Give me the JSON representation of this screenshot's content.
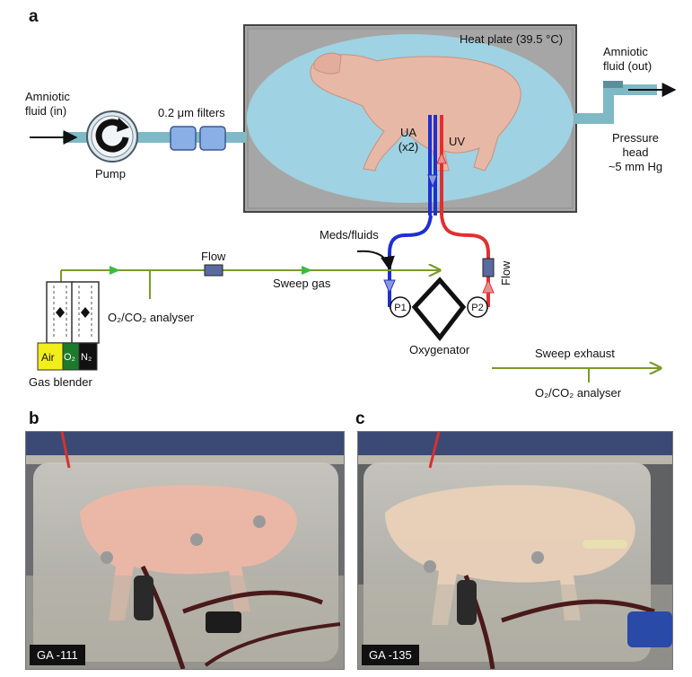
{
  "panels": {
    "a": "a",
    "b": "b",
    "c": "c"
  },
  "labels": {
    "heat_plate": "Heat plate (39.5 °C)",
    "fluid_in_line1": "Amniotic",
    "fluid_in_line2": "fluid (in)",
    "fluid_out_line1": "Amniotic",
    "fluid_out_line2": "fluid (out)",
    "pump": "Pump",
    "filters": "0.2 μm filters",
    "ua": "UA",
    "ua_count": "(x2)",
    "uv": "UV",
    "pressure_line1": "Pressure",
    "pressure_line2": "head",
    "pressure_line3": "~5 mm Hg",
    "meds_fluids": "Meds/fluids",
    "flow_gas": "Flow",
    "flow_blood": "Flow",
    "sweep_gas": "Sweep gas",
    "analyser_1": "O₂/CO₂ analyser",
    "p1": "P1",
    "p2": "P2",
    "oxygenator": "Oxygenator",
    "sweep_exhaust": "Sweep exhaust",
    "analyser_2": "O₂/CO₂ analyser",
    "air": "Air",
    "o2": "O₂",
    "n2": "N₂",
    "gas_blender": "Gas blender"
  },
  "photos": {
    "b_label": "GA -111",
    "c_label": "GA -135"
  },
  "colors": {
    "amniotic_fluid": "#9fd2e2",
    "tubing": "#7fb9c5",
    "heat_plate": "#a9a9a9",
    "artery": "#1f2fd0",
    "vein": "#e03030",
    "gas_line": "#7a9a2a",
    "air": "#f2ee1a",
    "o2": "#1d7a2a",
    "n2": "#111111"
  }
}
